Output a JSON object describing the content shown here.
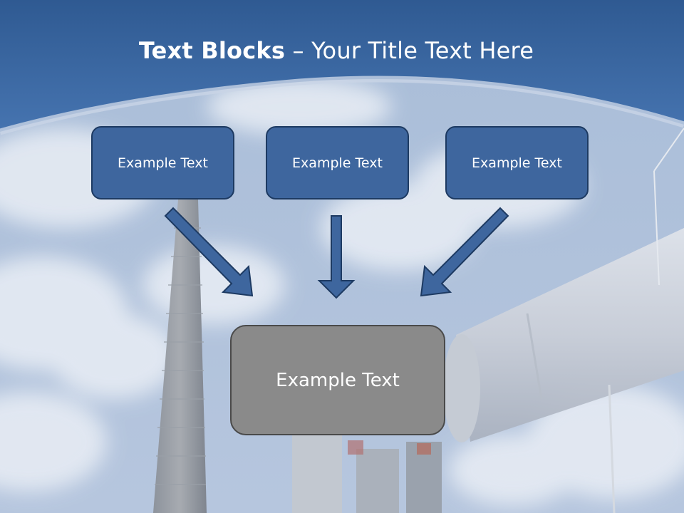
{
  "slide": {
    "title_bold": "Text Blocks",
    "title_sep": " – ",
    "title_rest": "Your Title Text Here"
  },
  "blocks": [
    {
      "label": "Example Text"
    },
    {
      "label": "Example Text"
    },
    {
      "label": "Example Text"
    }
  ],
  "result": {
    "label": "Example Text"
  },
  "colors": {
    "header": "#3b68a3",
    "box_fill": "#3e669e",
    "box_border": "#1d3a62",
    "result_fill": "#8a8a8a",
    "arrow_fill": "#3e669e"
  }
}
